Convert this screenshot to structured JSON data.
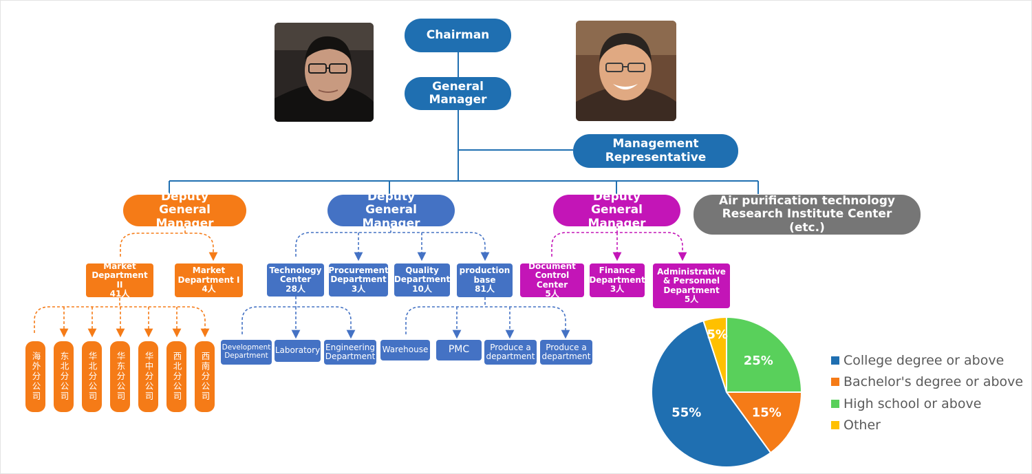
{
  "chart_data": {
    "type": "pie",
    "categories": [
      "College degree or above",
      "Bachelor's degree or above",
      "High school or above",
      "Other"
    ],
    "values": [
      55,
      15,
      25,
      5
    ],
    "labels": [
      "55%",
      "15%",
      "25%",
      "5%"
    ],
    "colors": [
      "#1f6fb1",
      "#f57b17",
      "#59d05b",
      "#ffc000"
    ],
    "legend_position": "right"
  },
  "org": {
    "chairman": "Chairman",
    "general_manager": "General Manager",
    "management_rep": "Management Representative",
    "deputy_left": "Deputy General Manager",
    "deputy_mid": "Deputy General Manager",
    "deputy_right": "Deputy General Manager",
    "research_center": "Air purification technology Research Institute Center (etc.)",
    "market": [
      {
        "name": "Market Department II",
        "count": "41人"
      },
      {
        "name": "Market Department I",
        "count": "4人"
      }
    ],
    "branches": [
      "海外分公司",
      "东北分公司",
      "华北分公司",
      "华东分公司",
      "华中分公司",
      "西北分公司",
      "西南分公司"
    ],
    "mid_depts": [
      {
        "name": "Technology Center",
        "count": "28人"
      },
      {
        "name": "Procurement Department",
        "count": "3人"
      },
      {
        "name": "Quality Department",
        "count": "10人"
      },
      {
        "name": "production base",
        "count": "81人"
      }
    ],
    "tech_subs": [
      "Development Department",
      "Laboratory",
      "Engineering Department"
    ],
    "prod_subs": [
      "Warehouse",
      "PMC",
      "Produce a department",
      "Produce a department"
    ],
    "right_depts": [
      {
        "name": "Document Control Center",
        "count": "5人"
      },
      {
        "name": "Finance Department",
        "count": "3人"
      },
      {
        "name": "Administrative & Personnel Department",
        "count": "5人"
      }
    ]
  },
  "colors": {
    "blue": "#1f6fb1",
    "medium_blue": "#4472c4",
    "orange": "#f57b17",
    "magenta": "#c315b7",
    "gray": "#767676"
  }
}
